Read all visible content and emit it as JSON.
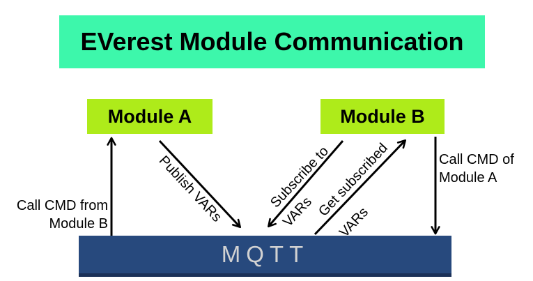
{
  "diagram": {
    "title": "EVerest Module Communication",
    "module_a": "Module A",
    "module_b": "Module B",
    "broker": "MQTT",
    "labels": {
      "call_cmd_from": {
        "line1": "Call CMD from",
        "line2": "Module B"
      },
      "publish_vars": "Publish VARs",
      "subscribe": {
        "line1": "Subscribe to",
        "line2": "VARs"
      },
      "get_subscribed": {
        "line1": "Get subscribed",
        "line2": "VARs"
      },
      "call_cmd_of": {
        "line1": "Call CMD of",
        "line2": "Module A"
      }
    },
    "colors": {
      "title_bg": "#3DF7AB",
      "module_bg": "#AEEB1A",
      "broker_bg": "#27497D",
      "broker_shadow": "#1B3158",
      "broker_text": "#D2D2D2",
      "arrow": "#000000",
      "text": "#000000"
    }
  }
}
